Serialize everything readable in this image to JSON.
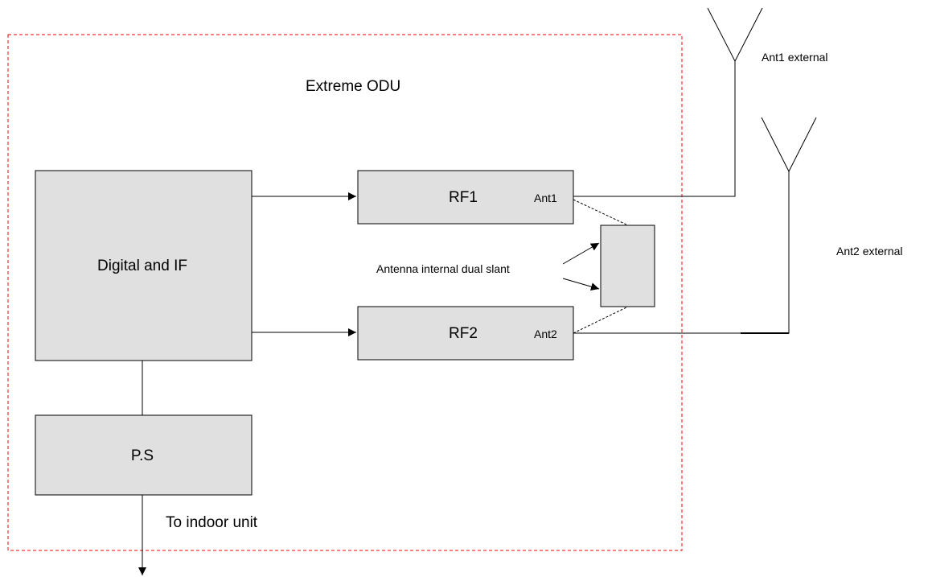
{
  "container": {
    "title": "Extreme ODU",
    "border_color": "#ff0000"
  },
  "blocks": {
    "digital_if": "Digital and IF",
    "rf1": "RF1",
    "rf1_port": "Ant1",
    "rf2": "RF2",
    "rf2_port": "Ant2",
    "power_supply": "P.S",
    "internal_antenna": ""
  },
  "annotations": {
    "internal_antenna": "Antenna internal dual slant",
    "indoor": "To indoor unit",
    "ant1_external": "Ant1 external",
    "ant2_external": "Ant2 external"
  },
  "colors": {
    "block_fill": "#e0e0e0",
    "stroke": "#000000",
    "dashed_link": "#000000"
  }
}
